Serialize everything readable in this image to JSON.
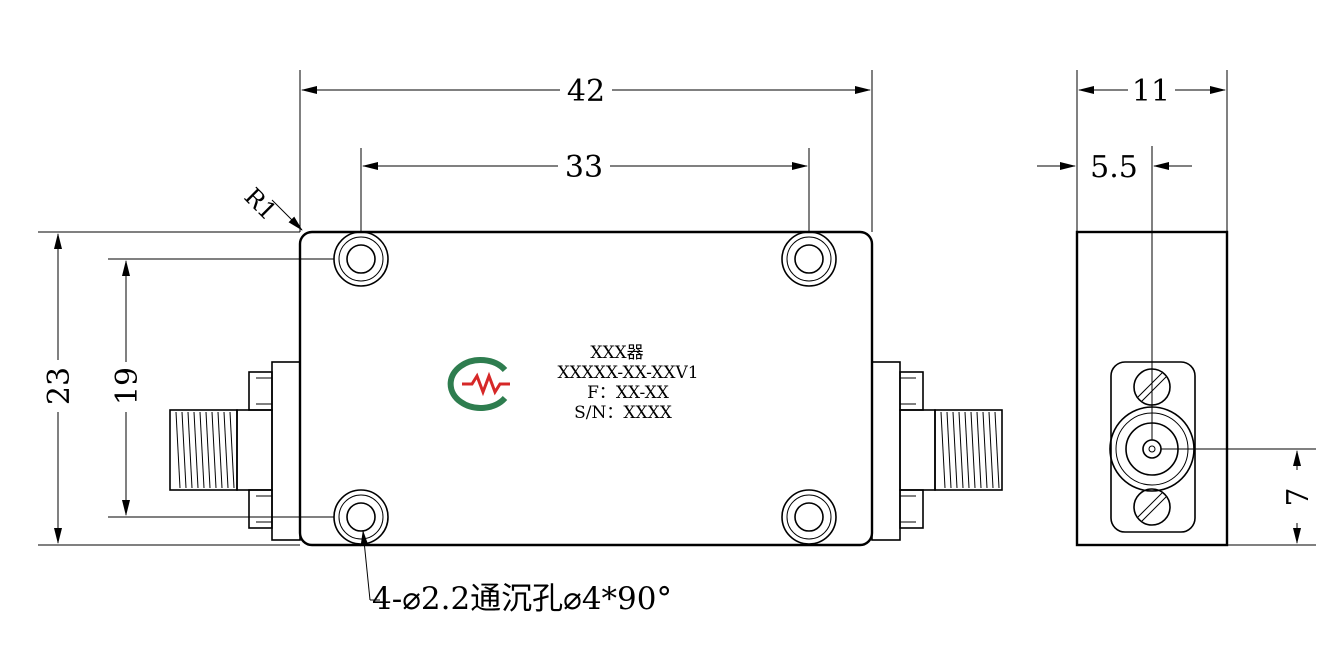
{
  "dimensions": {
    "overall_length": "42",
    "hole_spacing_x": "33",
    "corner_radius": "R1",
    "overall_height": "23",
    "hole_spacing_y": "19",
    "side_width": "11",
    "side_half_width": "5.5",
    "connector_height": "7"
  },
  "product_label": {
    "line1": "XXX器",
    "line2": "XXXXX-XX-XXV1",
    "line3": "F：XX-XX",
    "line4": "S/N：XXXX"
  },
  "hole_note": "4-⌀2.2通沉孔⌀4*90°",
  "colors": {
    "line": "#000000",
    "logo_green": "#2e7d4f",
    "logo_red": "#d62828"
  }
}
